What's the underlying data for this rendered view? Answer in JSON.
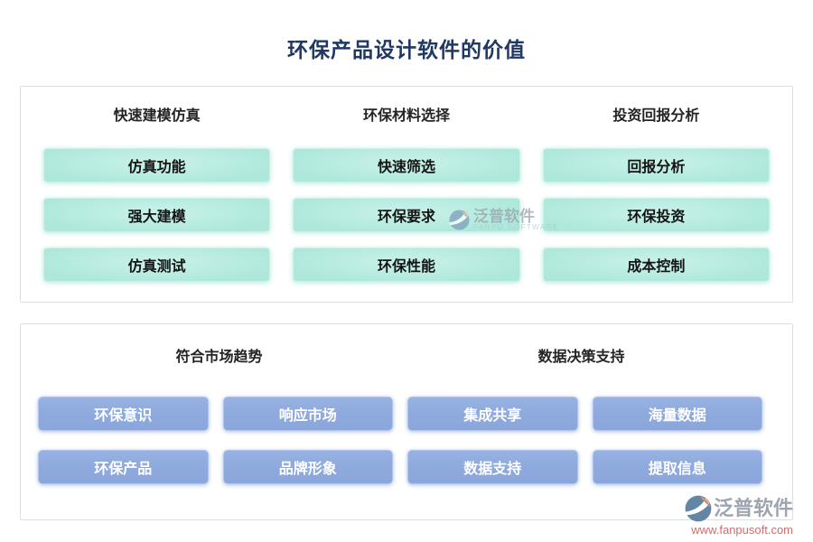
{
  "page": {
    "title": "环保产品设计软件的价值"
  },
  "top_panel": {
    "columns": [
      {
        "header": "快速建模仿真",
        "items": [
          "仿真功能",
          "强大建模",
          "仿真测试"
        ]
      },
      {
        "header": "环保材料选择",
        "items": [
          "快速筛选",
          "环保要求",
          "环保性能"
        ]
      },
      {
        "header": "投资回报分析",
        "items": [
          "回报分析",
          "环保投资",
          "成本控制"
        ]
      }
    ]
  },
  "bottom_panel": {
    "sections": [
      {
        "header": "符合市场趋势",
        "items": [
          "环保意识",
          "响应市场",
          "环保产品",
          "品牌形象"
        ]
      },
      {
        "header": "数据决策支持",
        "items": [
          "集成共享",
          "海量数据",
          "数据支持",
          "提取信息"
        ]
      }
    ]
  },
  "watermarks": {
    "center": {
      "brand": "泛普软件",
      "sub": "FANPU SOFTWARE"
    },
    "corner": {
      "brand": "泛普软件",
      "url": "www.fanpusoft.com"
    }
  },
  "colors": {
    "title": "#1f3864",
    "mint_pill": "#aee8db",
    "blue_pill": "#8da9dd",
    "panel_border": "#dddee0",
    "watermark_gray": "#99a1ac",
    "watermark_url_red": "#c76a66",
    "logo_blue": "#5b80a1",
    "logo_orange": "#d9886a"
  }
}
